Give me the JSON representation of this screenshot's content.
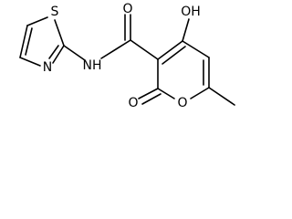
{
  "molecule": {
    "atoms": {
      "s_thiazole": "S",
      "n_thiazole": "N",
      "n_amide": "NH",
      "o_carbonyl": "O",
      "oh_top": "OH",
      "o_ring": "O",
      "o_lactone": "O"
    }
  }
}
